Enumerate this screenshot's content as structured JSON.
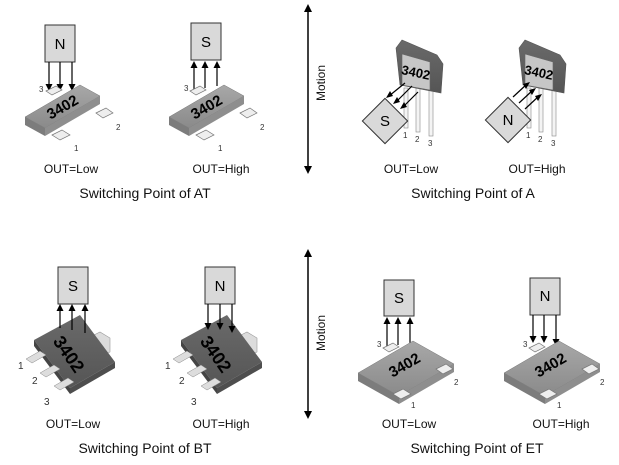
{
  "motion_label": "Motion",
  "chip_marking": "3402",
  "colors": {
    "magnet_fill": "#d9d9d9",
    "body_light": "#9a9a9a",
    "body_dark": "#5e5e5e",
    "arrow": "#000000"
  },
  "panels": [
    {
      "id": "AT",
      "title": "Switching Point of AT",
      "package": "SOT-23",
      "cases": [
        {
          "magnet": "N",
          "field_direction": "into-chip",
          "output": "OUT=Low"
        },
        {
          "magnet": "S",
          "field_direction": "out-of-chip",
          "output": "OUT=High"
        }
      ],
      "pins": [
        "1",
        "2",
        "3"
      ]
    },
    {
      "id": "A",
      "title": "Switching Point of A",
      "package": "TO-92S",
      "cases": [
        {
          "magnet": "S",
          "field_direction": "from-chip",
          "output": "OUT=Low"
        },
        {
          "magnet": "N",
          "field_direction": "into-chip",
          "output": "OUT=High"
        }
      ],
      "pins": [
        "1",
        "2",
        "3"
      ]
    },
    {
      "id": "BT",
      "title": "Switching Point of BT",
      "package": "SOT-89",
      "cases": [
        {
          "magnet": "S",
          "field_direction": "out-of-chip",
          "output": "OUT=Low"
        },
        {
          "magnet": "N",
          "field_direction": "into-chip",
          "output": "OUT=High"
        }
      ],
      "pins": [
        "1",
        "2",
        "3"
      ]
    },
    {
      "id": "ET",
      "title": "Switching Point of ET",
      "package": "SOT-23",
      "cases": [
        {
          "magnet": "S",
          "field_direction": "out-of-chip",
          "output": "OUT=Low"
        },
        {
          "magnet": "N",
          "field_direction": "into-chip",
          "output": "OUT=High"
        }
      ],
      "pins": [
        "1",
        "2",
        "3"
      ]
    }
  ]
}
